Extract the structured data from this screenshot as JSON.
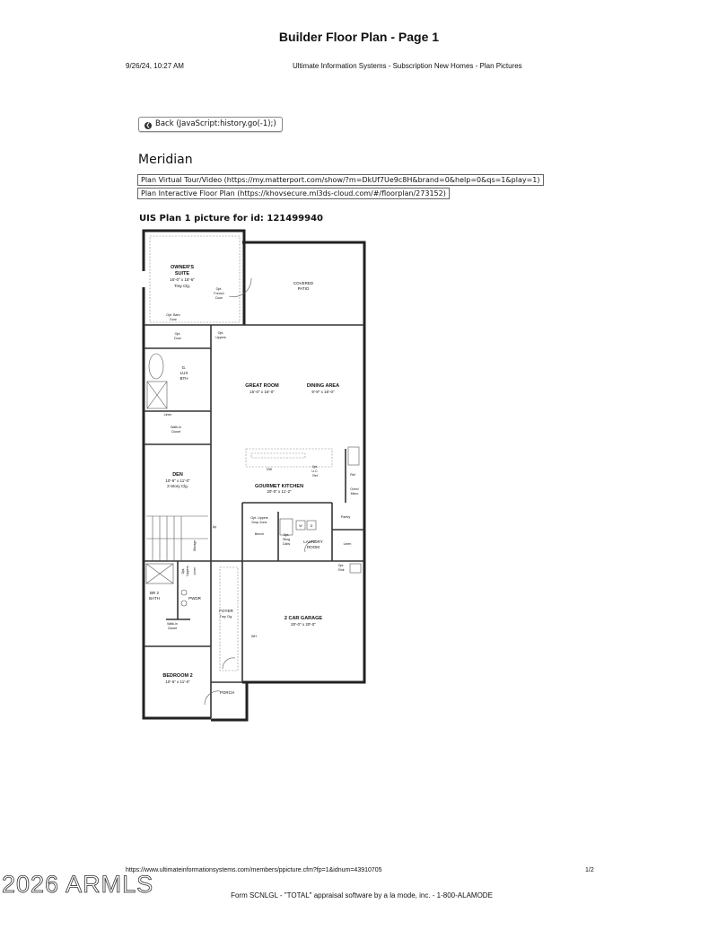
{
  "page": {
    "title": "Builder Floor Plan - Page 1",
    "datetime": "9/26/24, 10:27 AM",
    "site_title": "Ultimate Information Systems - Subscription New Homes - Plan Pictures"
  },
  "back_button": {
    "icon": "circle-chevron-left-icon",
    "label": "Back (JavaScript:history.go(-1);)"
  },
  "plan_name": "Meridian",
  "links": [
    {
      "label": "Plan Virtual Tour/Video (https://my.matterport.com/show/?m=DkUf7Ue9c8H&brand=0&help=0&qs=1&play=1)"
    },
    {
      "label": "Plan Interactive Floor Plan (https://khovsecure.ml3ds-cloud.com/#/floorplan/273152)"
    }
  ],
  "picture_title": "UIS Plan 1 picture for id: 121499940",
  "floor_plan": {
    "rooms": {
      "owners_suite": {
        "name1": "OWNER'S",
        "name2": "SUITE",
        "dims": "16'-0\" x 15'-6\"",
        "note": "Tray Clg."
      },
      "covered_patio": {
        "name1": "COVERED",
        "name2": "PATIO"
      },
      "great_room": {
        "name": "GREAT ROOM",
        "dims": "15'-0\" x 16'-0\""
      },
      "dining_area": {
        "name": "DINING AREA",
        "dims": "9'-9\" x 16'-0\""
      },
      "lux_bath": {
        "name1": "G.",
        "name2": "LUX",
        "name3": "BTH"
      },
      "den": {
        "name": "DEN",
        "dims": "10'-6\" x 11'-0\"",
        "note": "2-Story Clg."
      },
      "kitchen": {
        "name": "GOURMET KITCHEN",
        "dims": "20'-0\" x 11'-2\""
      },
      "laundry": {
        "name1": "LAUNDRY",
        "name2": "ROOM"
      },
      "garage": {
        "name": "2 CAR GARAGE",
        "dims": "20'-0\" x 20'-0\""
      },
      "foyer": {
        "name": "FOYER",
        "note": "Tray Clg."
      },
      "bedroom2": {
        "name": "BEDROOM 2",
        "dims": "10'-6\" x 11'-0\""
      },
      "porch": {
        "name": "PORCH"
      },
      "br2_bath": {
        "name1": "BR 2",
        "name2": "BATH"
      },
      "powder": {
        "name": "PWDR"
      }
    },
    "notes": {
      "french_door": [
        "Opt.",
        "French",
        "Door"
      ],
      "barn_door": [
        "Opt. Barn",
        "Door"
      ],
      "opt_door": [
        "Opt.",
        "Door"
      ],
      "opt_uppers": [
        "Opt.",
        "Uppers"
      ],
      "walkin1": [
        "Walk-in",
        "Closet"
      ],
      "linen1": "Linen",
      "pantry": "Pantry",
      "ref": "Ref",
      "oven": [
        "Oven/",
        "Micro"
      ],
      "drop_zone": [
        "Opt. Uppers",
        "Drop Zone"
      ],
      "drop_bench": "Bench",
      "sling": [
        "Opt.",
        "Sling",
        "Cabs"
      ],
      "washer": "W",
      "dryer": "D",
      "dw": "DW",
      "uc_ref": [
        "Opt.",
        "U.C.",
        "Ref"
      ],
      "storage": "Storage",
      "up": "Up",
      "linen2": "Linen",
      "linen3": "Linen",
      "walkin2": [
        "Walk-in",
        "Closet"
      ],
      "opt_cloak": [
        "Opt.",
        "Uppers"
      ],
      "wh": "WH",
      "opt_sink": [
        "Opt.",
        "Sink"
      ]
    }
  },
  "footer": {
    "url": "https://www.ultimateinformationsystems.com/members/ppicture.cfm?fp=1&idnum=43910705",
    "page": "1/2",
    "watermark": "2026 ARMLS",
    "form": "Form SCNLGL - \"TOTAL\" appraisal software by a la mode, inc. - 1-800-ALAMODE"
  }
}
